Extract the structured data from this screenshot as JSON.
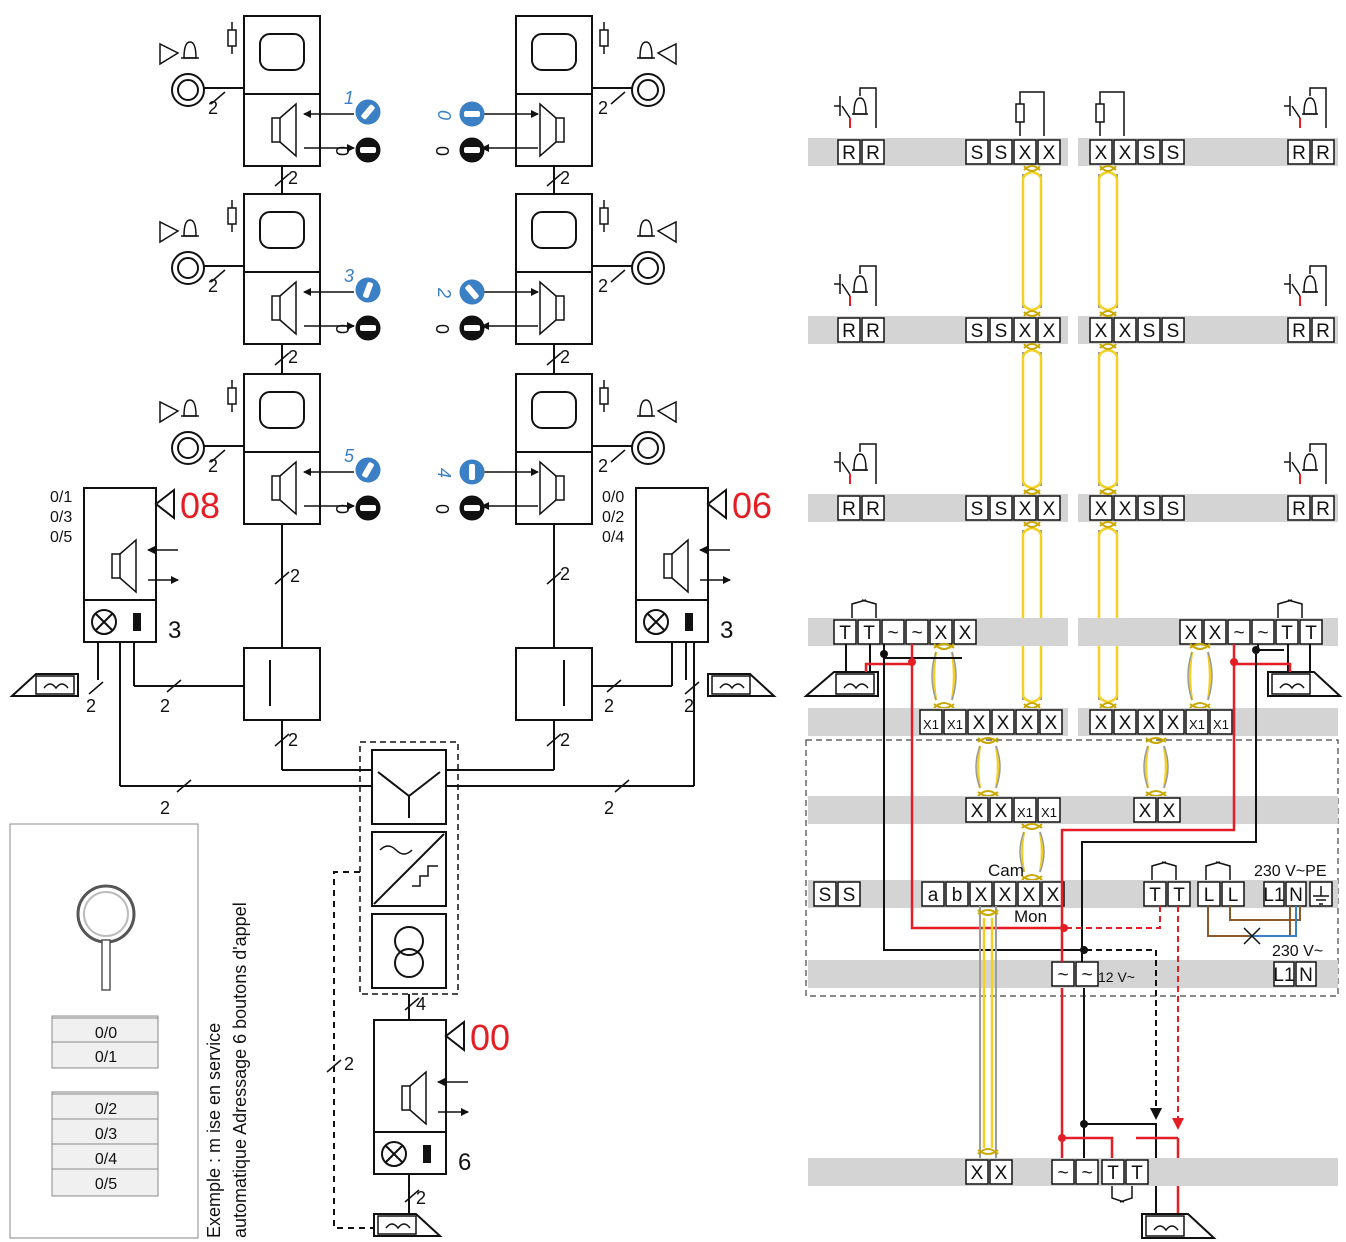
{
  "colors": {
    "line": "#111111",
    "blue": "#3b7fc4",
    "red": "#e31e24",
    "yellow": "#f2d024",
    "grey_cable": "#9a9a9a",
    "rail": "#d4d4d4",
    "brown": "#8a5a2b",
    "seg_red": "#e31e24"
  },
  "left": {
    "wire_label": "2",
    "bus_label": "4",
    "stations": [
      {
        "button_label": "1",
        "zero_label": "0"
      },
      {
        "button_label": "0",
        "zero_label": "0"
      },
      {
        "button_label": "3",
        "zero_label": "0"
      },
      {
        "button_label": "2",
        "zero_label": "0"
      },
      {
        "button_label": "5",
        "zero_label": "0"
      },
      {
        "button_label": "4",
        "zero_label": "0"
      }
    ],
    "indoor_left": {
      "addresses": [
        "0/1",
        "0/3",
        "0/5"
      ],
      "display": "08",
      "number": "3"
    },
    "indoor_right": {
      "addresses": [
        "0/0",
        "0/2",
        "0/4"
      ],
      "display": "06",
      "number": "3"
    },
    "indoor_bottom": {
      "display": "00",
      "number": "6"
    },
    "legend": {
      "rows_a": [
        "0/0",
        "0/1"
      ],
      "rows_b": [
        "0/2",
        "0/3",
        "0/4",
        "0/5"
      ]
    },
    "caption_line1": "Exemple : m ise  en  service",
    "caption_line2": "automatique  Adressage  6  boutons d'appel"
  },
  "right": {
    "R": "R",
    "S": "S",
    "X": "X",
    "T": "T",
    "tilde": "~",
    "X1": "X1",
    "a": "a",
    "b": "b",
    "L": "L",
    "L1": "L1",
    "N": "N",
    "cam": "Cam",
    "mon": "Mon",
    "v230pe": "230 V~PE",
    "v230": "230 V~",
    "v12": "12 V~"
  }
}
